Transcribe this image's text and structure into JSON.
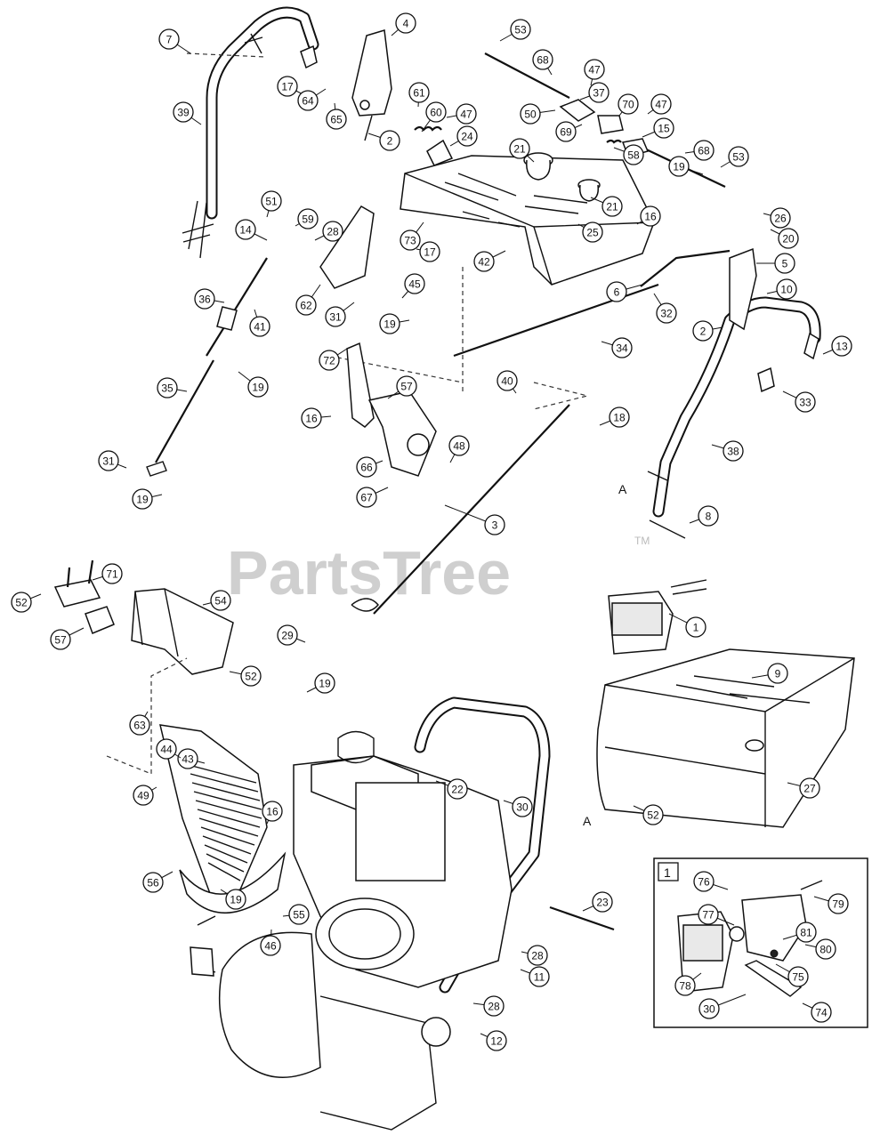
{
  "watermark": "PartsTree",
  "watermark_mark": "TM",
  "point_labels": {
    "a1": "A",
    "a2": "A"
  },
  "inset_label": "1",
  "callouts": [
    "1",
    "2",
    "2",
    "3",
    "4",
    "5",
    "6",
    "7",
    "8",
    "9",
    "10",
    "11",
    "12",
    "13",
    "14",
    "15",
    "16",
    "16",
    "16",
    "17",
    "17",
    "18",
    "19",
    "19",
    "19",
    "19",
    "19",
    "19",
    "20",
    "21",
    "21",
    "22",
    "23",
    "24",
    "25",
    "26",
    "27",
    "28",
    "28",
    "28",
    "29",
    "30",
    "30",
    "31",
    "31",
    "32",
    "33",
    "34",
    "35",
    "36",
    "37",
    "38",
    "39",
    "40",
    "41",
    "42",
    "43",
    "44",
    "45",
    "46",
    "47",
    "47",
    "47",
    "48",
    "49",
    "50",
    "51",
    "52",
    "52",
    "52",
    "53",
    "53",
    "54",
    "55",
    "56",
    "57",
    "57",
    "58",
    "59",
    "60",
    "61",
    "62",
    "63",
    "64",
    "65",
    "66",
    "67",
    "68",
    "68",
    "69",
    "70",
    "71",
    "72",
    "73",
    "74",
    "75",
    "76",
    "77",
    "78",
    "79",
    "80",
    "81"
  ]
}
